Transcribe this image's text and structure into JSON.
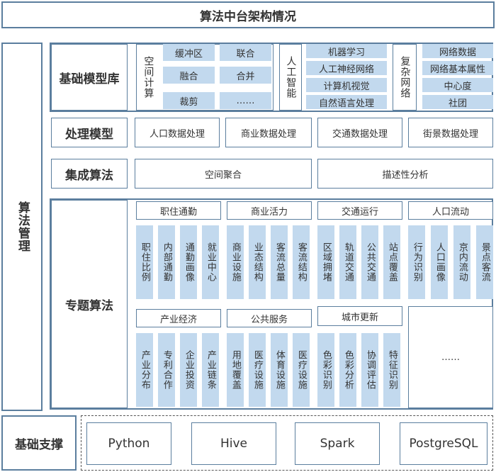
{
  "title": "算法中台架构情况",
  "sidebar": "算法管理",
  "foundation": {
    "label": "基础支撑",
    "items": [
      "Python",
      "Hive",
      "Spark",
      "PostgreSQL"
    ]
  },
  "basic_models": {
    "label": "基础模型库",
    "spatial": {
      "title": "空间计算",
      "items": [
        "缓冲区",
        "联合",
        "融合",
        "合并",
        "裁剪",
        "……"
      ]
    },
    "ai": {
      "title": "人工智能",
      "items": [
        "机器学习",
        "人工神经网络",
        "计算机视觉",
        "自然语言处理"
      ]
    },
    "network": {
      "title": "复杂网络",
      "items": [
        "网络数据",
        "网络基本属性",
        "中心度",
        "社团"
      ]
    }
  },
  "processing": {
    "label": "处理模型",
    "items": [
      "人口数据处理",
      "商业数据处理",
      "交通数据处理",
      "街景数据处理"
    ]
  },
  "integrated": {
    "label": "集成算法",
    "items": [
      "空间聚合",
      "描述性分析"
    ]
  },
  "thematic": {
    "label": "专题算法",
    "groups": [
      {
        "title": "职住通勤",
        "items": [
          "职住比例",
          "内部通勤",
          "通勤画像",
          "就业中心"
        ]
      },
      {
        "title": "商业活力",
        "items": [
          "商业设施",
          "业态结构",
          "客流总量",
          "客流结构"
        ]
      },
      {
        "title": "交通运行",
        "items": [
          "区域拥堵",
          "轨道交通",
          "公共交通",
          "站点覆盖"
        ]
      },
      {
        "title": "人口流动",
        "items": [
          "行为识别",
          "人口画像",
          "京内流动",
          "景点客流"
        ]
      },
      {
        "title": "产业经济",
        "items": [
          "产业分布",
          "专利合作",
          "企业投资",
          "产业链条"
        ]
      },
      {
        "title": "公共服务",
        "items": [
          "用地覆盖",
          "医疗设施",
          "体育设施",
          "医疗设施"
        ]
      },
      {
        "title": "城市更新",
        "items": [
          "色彩识别",
          "色彩分析",
          "协调评估",
          "特征识别"
        ]
      }
    ],
    "more": "……"
  }
}
